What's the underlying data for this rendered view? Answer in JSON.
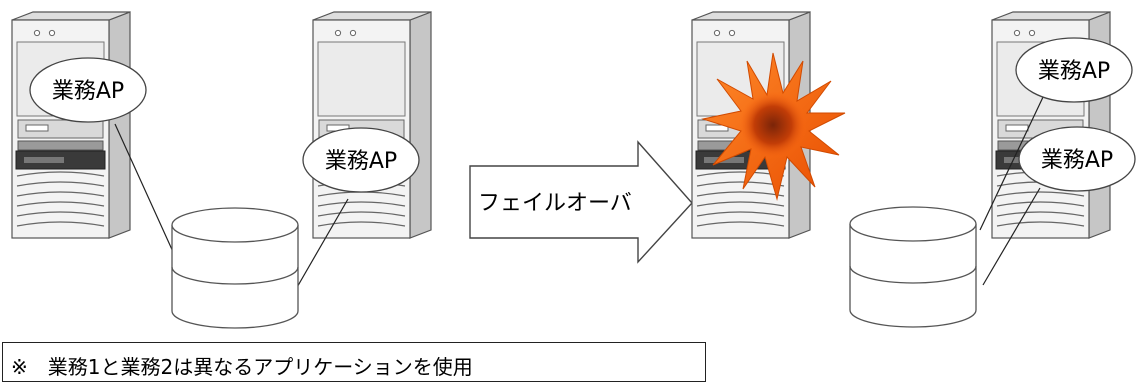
{
  "labels": {
    "app_label": "業務AP",
    "failover_label": "フェイルオーバ"
  },
  "note": {
    "text": "※　業務1と業務2は異なるアプリケーションを使用"
  },
  "colors": {
    "server_front": "#f2f2f2",
    "server_side": "#c8c8c8",
    "server_top": "#dcdcdc",
    "outline": "#555555",
    "failure_burst_outer": "#ff6a13",
    "failure_burst_inner": "#7a2408"
  },
  "icons": {
    "server": "server-tower-icon",
    "disk": "shared-disk-icon",
    "failure": "failure-burst-icon",
    "arrow": "failover-arrow-icon"
  }
}
